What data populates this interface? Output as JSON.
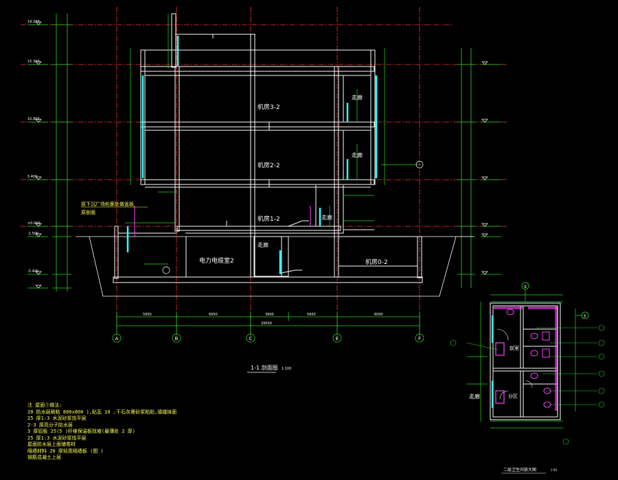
{
  "section": {
    "title": "1-1 剖面图",
    "scale": "1:100",
    "axes": [
      "A",
      "B",
      "C",
      "E",
      "F"
    ],
    "rooms": [
      {
        "key": "r3",
        "label": "机房3-2"
      },
      {
        "key": "r2",
        "label": "机房2-2"
      },
      {
        "key": "r1",
        "label": "机房1-2"
      },
      {
        "key": "pw",
        "label": "电力电缆室2"
      },
      {
        "key": "r0",
        "label": "机房0-2"
      },
      {
        "key": "c3",
        "label": "走廊"
      },
      {
        "key": "c2",
        "label": "走廊"
      },
      {
        "key": "c1",
        "label": "走廊"
      },
      {
        "key": "c0",
        "label": "走廊"
      }
    ],
    "annotation": "原下沉广场轮廓处做盖板",
    "annotation2": "原剖面",
    "dims_bottom": [
      "5950",
      "6950",
      "3900",
      "5600",
      "6000"
    ],
    "dim_total": "29500",
    "levels": [
      "19.200",
      "15.300",
      "10.800",
      "5.400",
      "±0.000",
      "-1.500",
      "-5.400"
    ]
  },
  "plan": {
    "axis_top": "①",
    "axis_right": "E",
    "label_left": "走廊",
    "label_mid": "前室",
    "label_low": "分区",
    "title": "二层卫生间放大图",
    "scale": "1:50"
  },
  "notes": {
    "lines": [
      "注  屋面①做法:",
      "20  防水层刷粘    800x800  ),贴瓦     10  ,干石灰膏砂浆粘贴,填缝抹面",
      "25  厚1:3   水泥砂浆找平层",
      "2-3   厚高分子防水层",
      "3  厚铝板    25(5  )纤维保温板找坡(最薄处   2  厚)",
      "25  厚1:3   水泥砂浆找平层",
      "屋面防水层上面铺卷材",
      "隔墙材料     20  厚轻质隔墙板        (图 )",
      "钢筋混凝土上层"
    ]
  }
}
